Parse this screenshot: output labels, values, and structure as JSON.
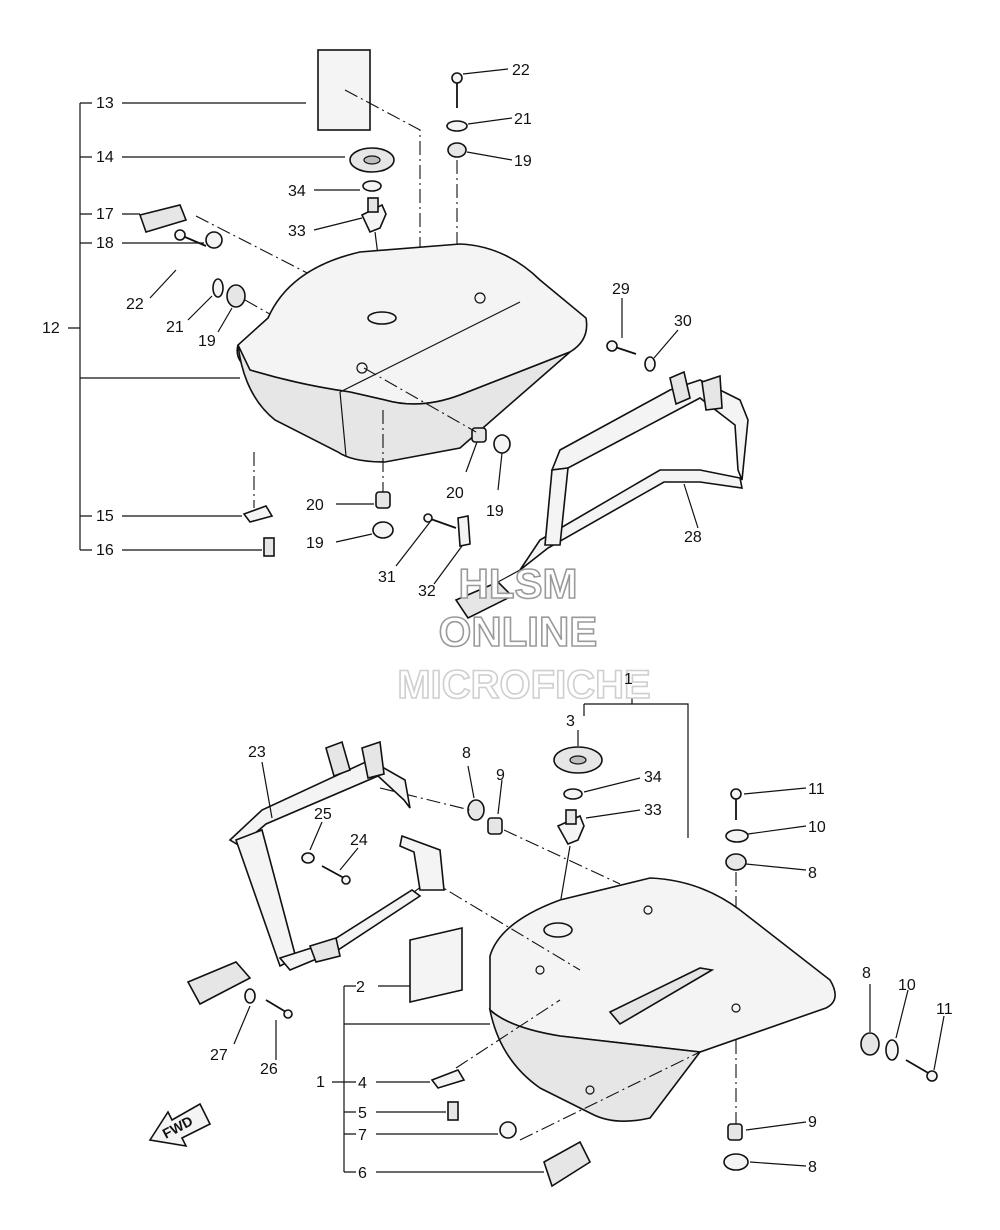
{
  "watermark": {
    "line1": "HLSM",
    "line2": "ONLINE",
    "line3": "MICROFICHE"
  },
  "fwd_label": "FWD",
  "icons": {
    "direction_arrow": "fwd-arrow-icon"
  },
  "callouts": {
    "c1a": "1",
    "c1b": "1",
    "c2": "2",
    "c3": "3",
    "c4": "4",
    "c5": "5",
    "c6": "6",
    "c7": "7",
    "c8a": "8",
    "c8b": "8",
    "c8c": "8",
    "c8d": "8",
    "c9a": "9",
    "c9b": "9",
    "c10a": "10",
    "c10b": "10",
    "c11a": "11",
    "c11b": "11",
    "c12": "12",
    "c13": "13",
    "c14": "14",
    "c15": "15",
    "c16": "16",
    "c17": "17",
    "c18": "18",
    "c19a": "19",
    "c19b": "19",
    "c19c": "19",
    "c19d": "19",
    "c20a": "20",
    "c20b": "20",
    "c21a": "21",
    "c21b": "21",
    "c22a": "22",
    "c22b": "22",
    "c23": "23",
    "c24": "24",
    "c25": "25",
    "c26": "26",
    "c27": "27",
    "c28": "28",
    "c29": "29",
    "c30": "30",
    "c31": "31",
    "c32": "32",
    "c33a": "33",
    "c33b": "33",
    "c34a": "34",
    "c34b": "34"
  }
}
